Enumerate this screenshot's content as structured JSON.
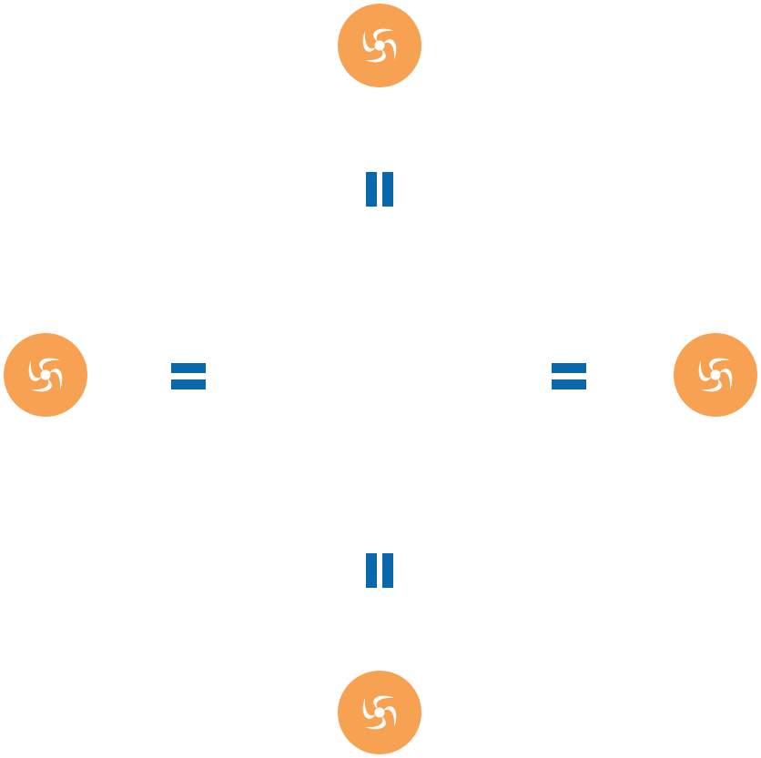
{
  "colors": {
    "node_fill": "#F7A253",
    "node_symbol": "#FFFFFF",
    "connector": "#0B67AC",
    "background": "#FFFFFF"
  },
  "nodes": [
    {
      "id": "top",
      "icon": "swirl-icon"
    },
    {
      "id": "left",
      "icon": "swirl-icon"
    },
    {
      "id": "right",
      "icon": "swirl-icon"
    },
    {
      "id": "bottom",
      "icon": "swirl-icon"
    }
  ],
  "connectors": [
    {
      "id": "top",
      "symbol": "parallel-bars",
      "orientation": "vertical"
    },
    {
      "id": "left",
      "symbol": "equals-bars",
      "orientation": "horizontal"
    },
    {
      "id": "right",
      "symbol": "equals-bars",
      "orientation": "horizontal"
    },
    {
      "id": "bottom",
      "symbol": "parallel-bars",
      "orientation": "vertical"
    }
  ]
}
